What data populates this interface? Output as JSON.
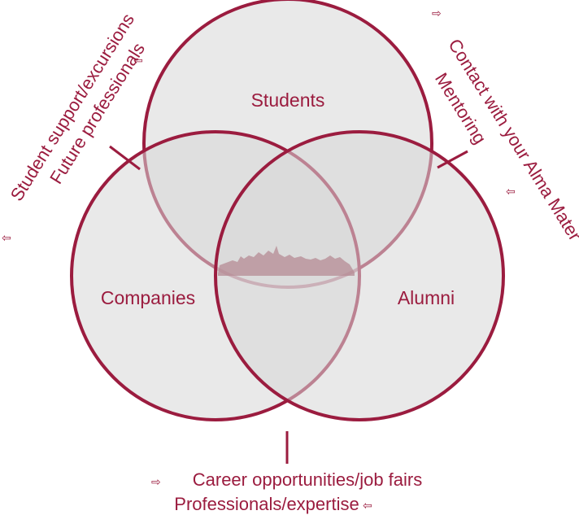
{
  "colors": {
    "accent": "#9b1c3f",
    "circle_fill": "#d7d7d7"
  },
  "circles": {
    "students": "Students",
    "companies": "Companies",
    "alumni": "Alumni"
  },
  "left_text": {
    "line1": "Student support/excursions",
    "line2": "Future professionals"
  },
  "right_text": {
    "line1": "Contact with your Alma Mater",
    "line2": "Mentoring"
  },
  "bottom_text": {
    "line1": "Career opportunities/job fairs",
    "line2": "Professionals/expertise"
  },
  "arrows": {
    "right_arrow": "⇨",
    "left_arrow": "⇦"
  },
  "icons": [
    "skyline-illustration",
    "right-arrow-icon",
    "left-arrow-icon"
  ]
}
